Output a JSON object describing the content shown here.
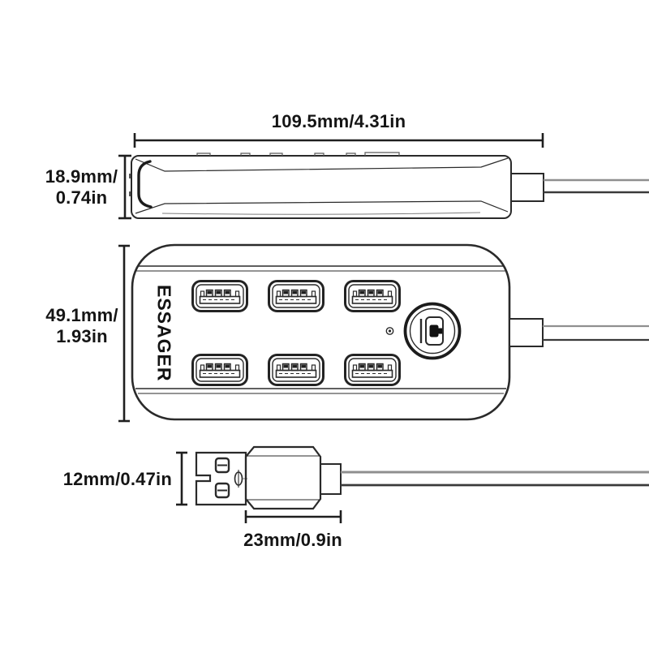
{
  "product": {
    "brand": "ESSAGER"
  },
  "labels": {
    "width": "109.5mm/4.31in",
    "side_height": [
      "18.9mm/",
      "0.74in"
    ],
    "front_height": [
      "49.1mm/",
      "1.93in"
    ],
    "plug_height": "12mm/0.47in",
    "plug_width": "23mm/0.9in"
  },
  "front_view": {
    "usb_port_count": 6,
    "port_rows": 2,
    "port_columns": 3,
    "has_power_button": true,
    "has_led_indicator": true
  },
  "colors": {
    "background": "#ffffff",
    "line": "#2a2a2a",
    "text": "#151515",
    "cable_light": "#8f8f8f",
    "cable_dark": "#3a3a3a"
  }
}
